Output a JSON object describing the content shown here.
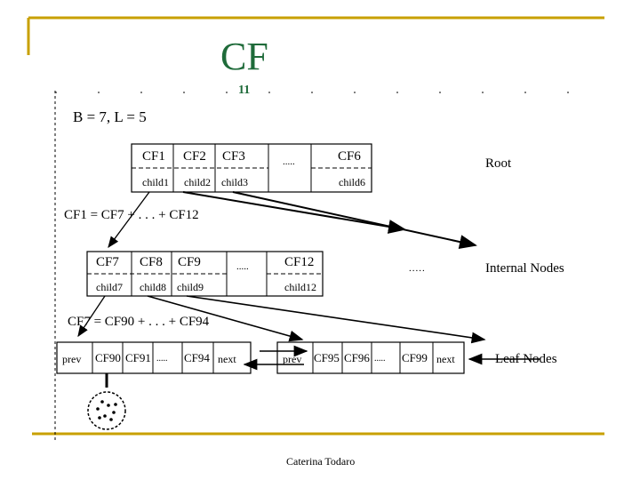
{
  "slide": {
    "title": "CF",
    "subtitle_fragment": "11",
    "footer": "Caterina Todaro"
  },
  "diagram": {
    "params": "B = 7, L = 5",
    "levels": {
      "root": "Root",
      "internal": "Internal Nodes",
      "leaf": "Leaf Nodes"
    },
    "root_node": {
      "cf": [
        "CF1",
        "CF2",
        "CF3",
        "CF6"
      ],
      "child": [
        "child1",
        "child2",
        "child3",
        "child6"
      ]
    },
    "eq1": "CF1 = CF7 + . . . + CF12",
    "internal_node": {
      "cf": [
        "CF7",
        "CF8",
        "CF9",
        "CF12"
      ],
      "child": [
        "child7",
        "child8",
        "child9",
        "child12"
      ]
    },
    "eq2": "CF7 = CF90 + . . . + CF94",
    "leaf_left": {
      "prev": "prev",
      "cf": [
        "CF90",
        "CF91",
        "CF94"
      ],
      "next": "next"
    },
    "leaf_right": {
      "prev": "prev",
      "cf": [
        "CF95",
        "CF96",
        "CF99"
      ],
      "next": "next"
    },
    "ellipsis": "....."
  },
  "colors": {
    "title": "#1f6b3a",
    "accent_frame": "#c8a000",
    "ink": "#000000"
  }
}
